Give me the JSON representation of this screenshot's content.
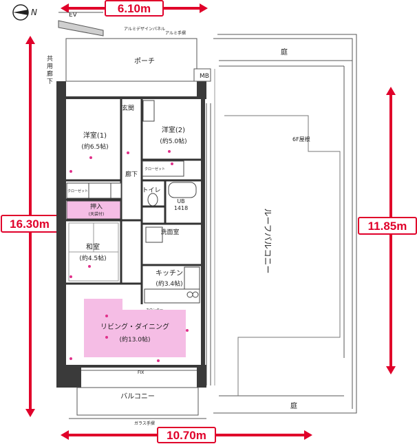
{
  "compass": {
    "label": "N"
  },
  "dimensions": {
    "top_width": "6.10m",
    "left_height": "16.30m",
    "right_height": "11.85m",
    "bottom_width": "10.70m"
  },
  "labels": {
    "ev": "EV",
    "kyoyo_roka": [
      "共",
      "用",
      "廊",
      "下"
    ],
    "porch": "ポーチ",
    "niwa_top": "庭",
    "niwa_bottom": "庭",
    "mb": "MB",
    "genkan": "玄関",
    "yoshitsu1": "洋室(1)",
    "yoshitsu1_size": "(約6.5帖)",
    "yoshitsu2": "洋室(2)",
    "yoshitsu2_size": "(約5.0帖)",
    "roka": "廊下",
    "toilet": "トイレ",
    "ub": "UB",
    "ub_size": "1418",
    "oshiire": "押入",
    "oshiire_sub": "(天袋付)",
    "washitsu": "和室",
    "washitsu_size": "(約4.5帖)",
    "senmenshitsu": "洗面室",
    "kitchen": "キッチン",
    "kitchen_size": "(約3.4帖)",
    "living": "リビング・ダイニング",
    "living_size": "(約13.0帖)",
    "balcony": "バルコニー",
    "roof_balcony": "ルーフバルコニー",
    "aluminum_handrail": "アルミ手摺",
    "aluminum_design_panel": "アルミデザインパネル",
    "glass_handrail": "ガラス手摺",
    "closet": "クローゼット",
    "counter": "カウンター",
    "fix": "FIX",
    "floor_6f": "6F屋根"
  }
}
